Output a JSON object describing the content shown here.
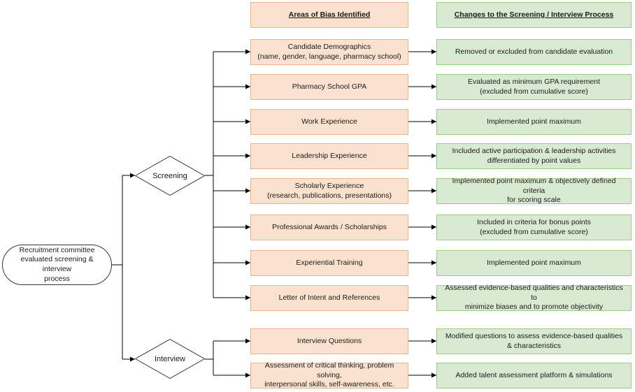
{
  "headers": {
    "bias": "Areas of Bias Identified",
    "changes": "Changes to the Screening / Interview Process"
  },
  "root": "Recruitment committee\nevaluated screening & interview\nprocess",
  "decisions": {
    "screening": "Screening",
    "interview": "Interview"
  },
  "screening_rows": [
    {
      "bias": "Candidate Demographics\n(name, gender, language, pharmacy school)",
      "change": "Removed or excluded from candidate evaluation"
    },
    {
      "bias": "Pharmacy School GPA",
      "change": "Evaluated as minimum GPA requirement\n(excluded from cumulative score)"
    },
    {
      "bias": "Work Experience",
      "change": "Implemented point maximum"
    },
    {
      "bias": "Leadership Experience",
      "change": "Included active participation & leadership activities\ndifferentiated by point values"
    },
    {
      "bias": "Scholarly Experience\n(research, publications, presentations)",
      "change": "Implemented point maximum & objectively defined criteria\nfor scoring scale"
    },
    {
      "bias": "Professional Awards / Scholarships",
      "change": "Included in criteria for bonus points\n(excluded from cumulative score)"
    },
    {
      "bias": "Experiential Training",
      "change": "Implemented point maximum"
    },
    {
      "bias": "Letter of Intent and References",
      "change": "Assessed evidence-based qualities and characteristics to\nminimize biases and to promote objectivity"
    }
  ],
  "interview_rows": [
    {
      "bias": "Interview Questions",
      "change": "Modified questions to assess evidence-based qualities\n& characteristics"
    },
    {
      "bias": "Assessment of critical thinking, problem solving,\ninterpersonal skills, self-awareness, etc.",
      "change": "Added talent assessment platform & simulations"
    }
  ]
}
